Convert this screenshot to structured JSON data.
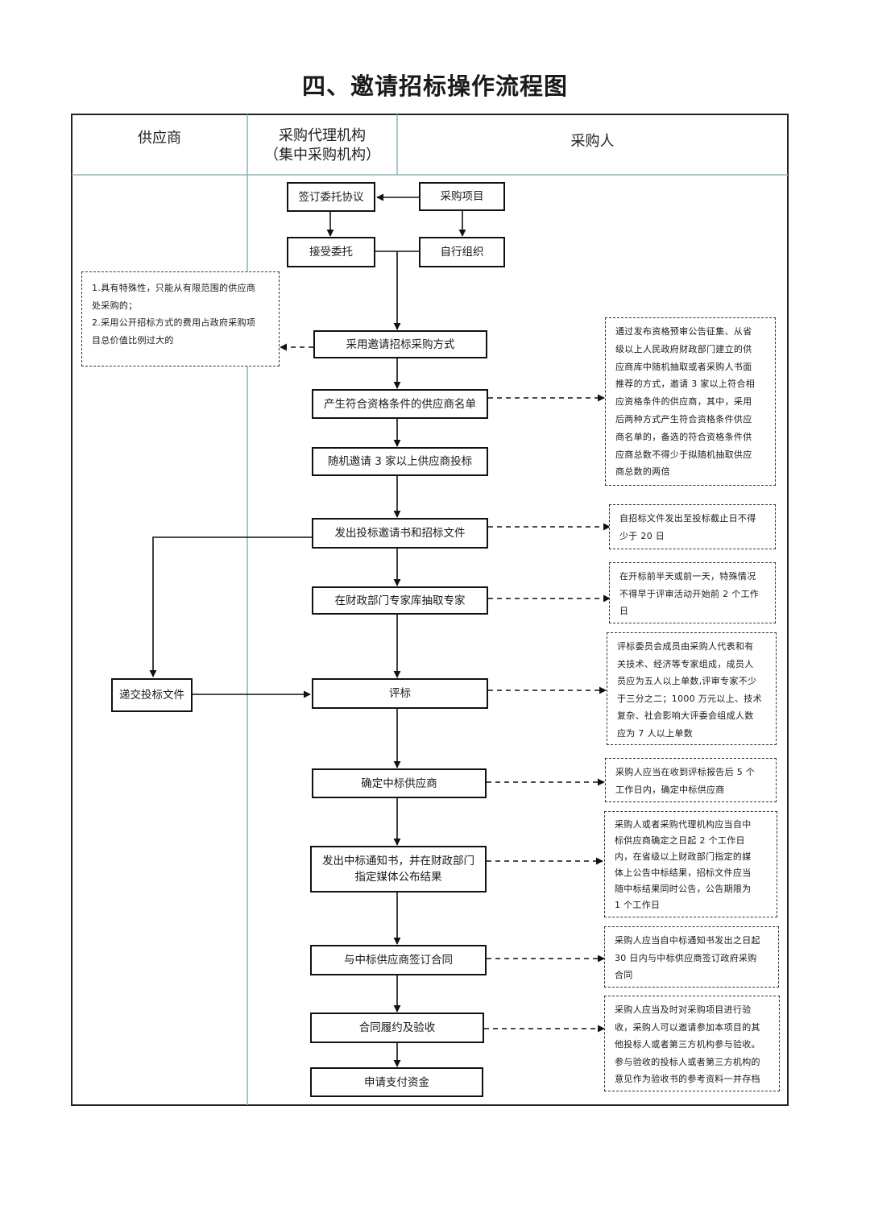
{
  "title": "四、邀请招标操作流程图",
  "lanes": {
    "supplier": "供应商",
    "agency_line1": "采购代理机构",
    "agency_line2": "（集中采购机构）",
    "purchaser": "采购人"
  },
  "boxes": {
    "sign_agreement": "签订委托协议",
    "purchase_project": "采购项目",
    "accept_commission": "接受委托",
    "self_organize": "自行组织",
    "adopt_method": "采用邀请招标采购方式",
    "generate_list": "产生符合资格条件的供应商名单",
    "random_invite": "随机邀请 3 家以上供应商投标",
    "issue_invitation": "发出投标邀请书和招标文件",
    "extract_experts": "在财政部门专家库抽取专家",
    "submit_bid": "递交投标文件",
    "evaluation": "评标",
    "confirm_winner": "确定中标供应商",
    "notice_line1": "发出中标通知书，并在财政部门",
    "notice_line2": "指定媒体公布结果",
    "sign_contract": "与中标供应商签订合同",
    "performance": "合同履约及验收",
    "apply_payment": "申请支付资金"
  },
  "notes": {
    "conditions": [
      "1.具有特殊性，只能从有限范围的供应商",
      "处采购的；",
      "2.采用公开招标方式的费用占政府采购项",
      "目总价值比例过大的"
    ],
    "list_method": [
      "通过发布资格预审公告征集、从省",
      "级以上人民政府财政部门建立的供",
      "应商库中随机抽取或者采购人书面",
      "推荐的方式，邀请 3 家以上符合相",
      "应资格条件的供应商，其中，采用",
      "后两种方式产生符合资格条件供应",
      "商名单的，备选的符合资格条件供",
      "应商总数不得少于拟随机抽取供应",
      "商总数的两倍"
    ],
    "deadline": [
      "自招标文件发出至投标截止日不得",
      "少于 20 日"
    ],
    "expert_time": [
      "在开标前半天或前一天，特殊情况",
      "不得早于评审活动开始前 2 个工作",
      "日"
    ],
    "committee": [
      "评标委员会成员由采购人代表和有",
      "关技术、经济等专家组成，成员人",
      "员应为五人以上单数,评审专家不少",
      "于三分之二；1000 万元以上、技术",
      "复杂、社会影响大评委会组成人数",
      "应为 7 人以上单数"
    ],
    "confirm_time": [
      "采购人应当在收到评标报告后 5 个",
      "工作日内，确定中标供应商"
    ],
    "publish": [
      "采购人或者采购代理机构应当自中",
      "标供应商确定之日起 2 个工作日",
      "内，在省级以上财政部门指定的媒",
      "体上公告中标结果，招标文件应当",
      "随中标结果同时公告，公告期限为",
      "1 个工作日"
    ],
    "contract_time": [
      "采购人应当自中标通知书发出之日起",
      "30 日内与中标供应商签订政府采购",
      "合同"
    ],
    "acceptance": [
      "采购人应当及时对采购项目进行验",
      "收，采购人可以邀请参加本项目的其",
      "他投标人或者第三方机构参与验收。",
      "参与验收的投标人或者第三方机构的",
      "意见作为验收书的参考资料一并存档"
    ]
  }
}
